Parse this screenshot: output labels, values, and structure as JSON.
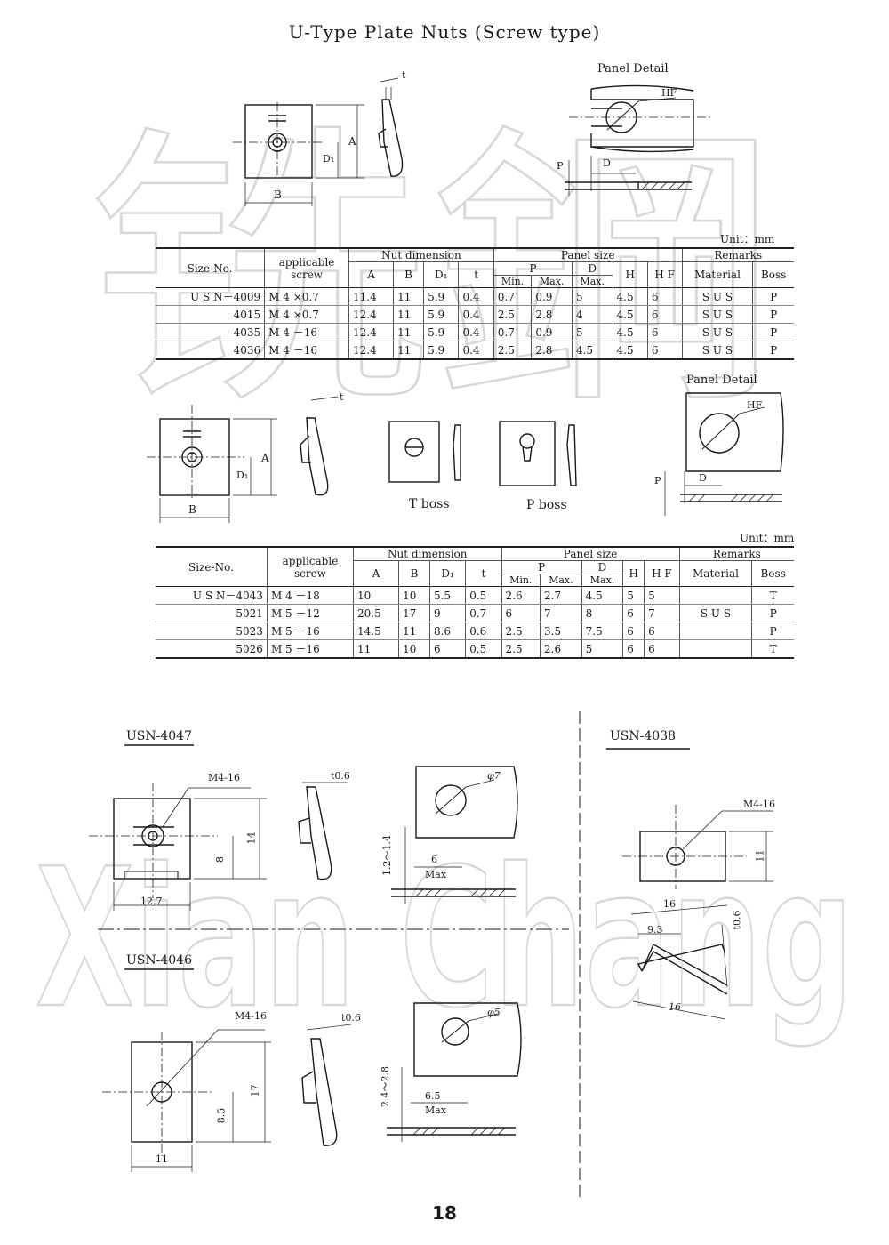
{
  "title": "U-Type Plate Nuts (Screw type)",
  "watermark": {
    "chinese": "铣鋼",
    "english": "Xian Chang"
  },
  "page_number": "18",
  "section1": {
    "panel_detail": "Panel Detail",
    "dims": {
      "t": "t",
      "A": "A",
      "B": "B",
      "D1": "D₁",
      "HF": "HF",
      "P": "P",
      "D": "D"
    },
    "unit": "Unit：mm",
    "headers": {
      "size_no": "Size-No.",
      "applicable": "applicable",
      "screw": "screw",
      "nut_dimension": "Nut dimension",
      "panel_size": "Panel size",
      "remarks": "Remarks",
      "A": "A",
      "B": "B",
      "D1": "D₁",
      "t": "t",
      "P": "P",
      "D": "D",
      "min": "Min.",
      "max": "Max.",
      "dmax": "Max.",
      "H": "H",
      "HF": "H F",
      "material": "Material",
      "boss": "Boss"
    },
    "rows": [
      {
        "size": "U S N－4009",
        "screw": "M 4 ×0.7",
        "A": "11.4",
        "B": "11",
        "D1": "5.9",
        "t": "0.4",
        "pmin": "0.7",
        "pmax": "0.9",
        "dmax": "5",
        "H": "4.5",
        "HF": "6",
        "material": "S U S",
        "boss": "P"
      },
      {
        "size": "4015",
        "screw": "M 4 ×0.7",
        "A": "12.4",
        "B": "11",
        "D1": "5.9",
        "t": "0.4",
        "pmin": "2.5",
        "pmax": "2.8",
        "dmax": "4",
        "H": "4.5",
        "HF": "6",
        "material": "S U S",
        "boss": "P"
      },
      {
        "size": "4035",
        "screw": "M 4 －16",
        "A": "12.4",
        "B": "11",
        "D1": "5.9",
        "t": "0.4",
        "pmin": "0.7",
        "pmax": "0.9",
        "dmax": "5",
        "H": "4.5",
        "HF": "6",
        "material": "S U S",
        "boss": "P"
      },
      {
        "size": "4036",
        "screw": "M 4 －16",
        "A": "12.4",
        "B": "11",
        "D1": "5.9",
        "t": "0.4",
        "pmin": "2.5",
        "pmax": "2.8",
        "dmax": "4.5",
        "H": "4.5",
        "HF": "6",
        "material": "S U S",
        "boss": "P"
      }
    ]
  },
  "section2": {
    "panel_detail": "Panel Detail",
    "t_boss": "T boss",
    "p_boss": "P boss",
    "unit": "Unit：mm",
    "rows": [
      {
        "size": "U S N－4043",
        "screw": "M 4 －18",
        "A": "10",
        "B": "10",
        "D1": "5.5",
        "t": "0.5",
        "pmin": "2.6",
        "pmax": "2.7",
        "dmax": "4.5",
        "H": "5",
        "HF": "5",
        "material": "",
        "boss": "T"
      },
      {
        "size": "5021",
        "screw": "M 5 －12",
        "A": "20.5",
        "B": "17",
        "D1": "9",
        "t": "0.7",
        "pmin": "6",
        "pmax": "7",
        "dmax": "8",
        "H": "6",
        "HF": "7",
        "material": "S U S",
        "boss": "P"
      },
      {
        "size": "5023",
        "screw": "M 5 －16",
        "A": "14.5",
        "B": "11",
        "D1": "8.6",
        "t": "0.6",
        "pmin": "2.5",
        "pmax": "3.5",
        "dmax": "7.5",
        "H": "6",
        "HF": "6",
        "material": "",
        "boss": "P"
      },
      {
        "size": "5026",
        "screw": "M 5 －16",
        "A": "11",
        "B": "10",
        "D1": "6",
        "t": "0.5",
        "pmin": "2.5",
        "pmax": "2.6",
        "dmax": "5",
        "H": "6",
        "HF": "6",
        "material": "",
        "boss": "T"
      }
    ]
  },
  "usn4047": {
    "label": "USN-4047",
    "screw": "M4-16",
    "t": "t0.6",
    "height": "14",
    "d1": "8",
    "width": "12.7",
    "hole": "φ7",
    "range": "1.2～1.4",
    "d": "6",
    "max": "Max"
  },
  "usn4046": {
    "label": "USN-4046",
    "screw": "M4-16",
    "t": "t0.6",
    "height": "17",
    "d1": "8.5",
    "width": "11",
    "hole": "φ5",
    "range": "2.4～2.8",
    "d": "6.5",
    "max": "Max"
  },
  "usn4038": {
    "label": "USN-4038",
    "screw": "M4-16",
    "height": "11",
    "len_top": "16",
    "inner": "9.3",
    "t": "t0.6",
    "len_bottom": "16"
  }
}
